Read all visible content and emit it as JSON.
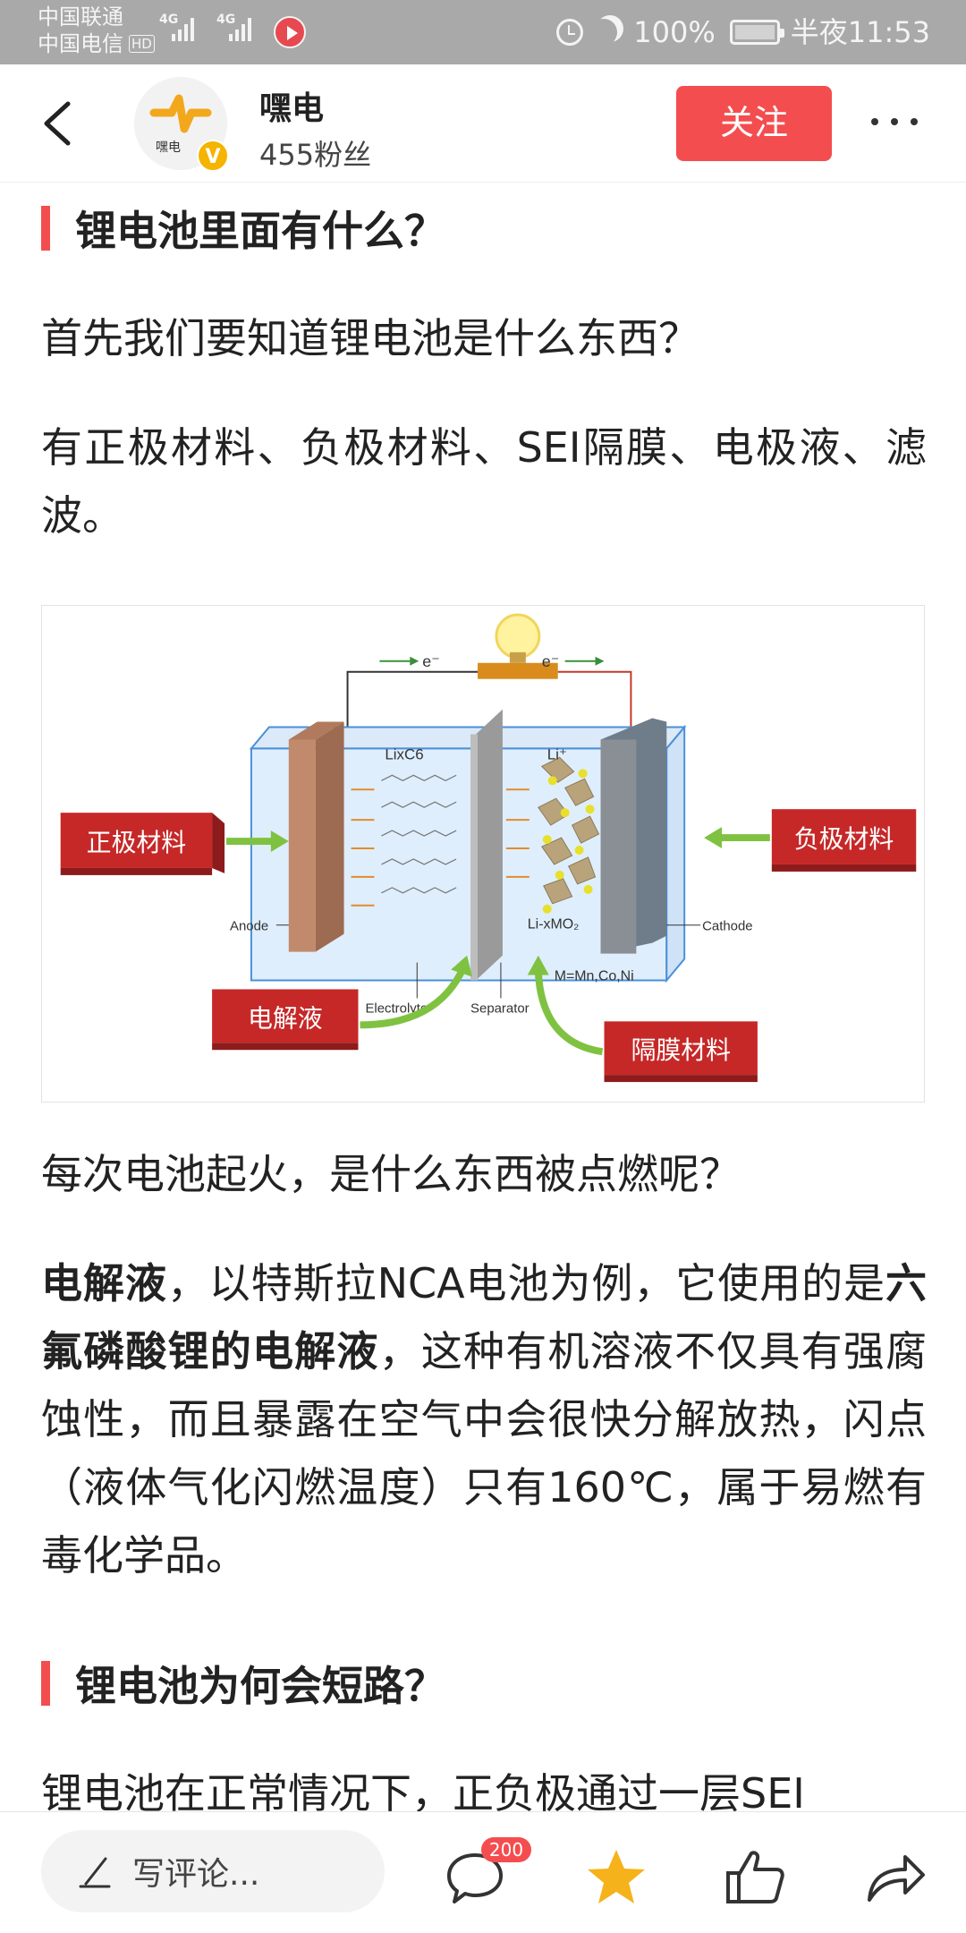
{
  "status_bar": {
    "carrier_1": "中国联通",
    "carrier_2": "中国电信",
    "hd_label": "HD",
    "network_1": "4G",
    "network_2": "4G",
    "battery": "100%",
    "time": "半夜11:53"
  },
  "header": {
    "author_name": "嘿电",
    "avatar_text": "嘿电",
    "followers": "455粉丝",
    "follow_label": "关注",
    "verified_mark": "V"
  },
  "article": {
    "heading_1": "锂电池里面有什么？",
    "para_1": "首先我们要知道锂电池是什么东西？",
    "para_2": "有正极材料、负极材料、SEI隔膜、电极液、滤波。",
    "para_3": "每次电池起火，是什么东西被点燃呢？",
    "para_4": {
      "bold_1": "电解液",
      "text_1": "，以特斯拉NCA电池为例，它使用的是",
      "bold_2": "六氟磷酸锂的电解液",
      "text_2": "，这种有机溶液不仅具有强腐蚀性，而且暴露在空气中会很快分解放热，闪点（液体气化闪燃温度）只有160℃，属于易燃有毒化学品。"
    },
    "heading_2": "锂电池为何会短路？",
    "para_5": "锂电池在正常情况下，正负极通过一层SEI"
  },
  "figure": {
    "label_cathode_material": "正极材料",
    "label_anode_material": "负极材料",
    "label_electrolyte_cn": "电解液",
    "label_separator_cn": "隔膜材料",
    "e_left": "e⁻",
    "e_right": "e⁻",
    "lixc6": "LixC6",
    "li_ion": "Li⁺",
    "anode": "Anode",
    "cathode": "Cathode",
    "limo2": "Li-xMO₂",
    "metals": "M=Mn,Co,Ni",
    "electrolyte": "Electrolyte",
    "separator": "Separator"
  },
  "bottom_bar": {
    "comment_placeholder": "写评论...",
    "comment_count": "200"
  },
  "colors": {
    "accent": "#f44d4f",
    "status_bar": "#a9a9a9",
    "figure_red": "#c62828",
    "star": "#f6b21b"
  }
}
